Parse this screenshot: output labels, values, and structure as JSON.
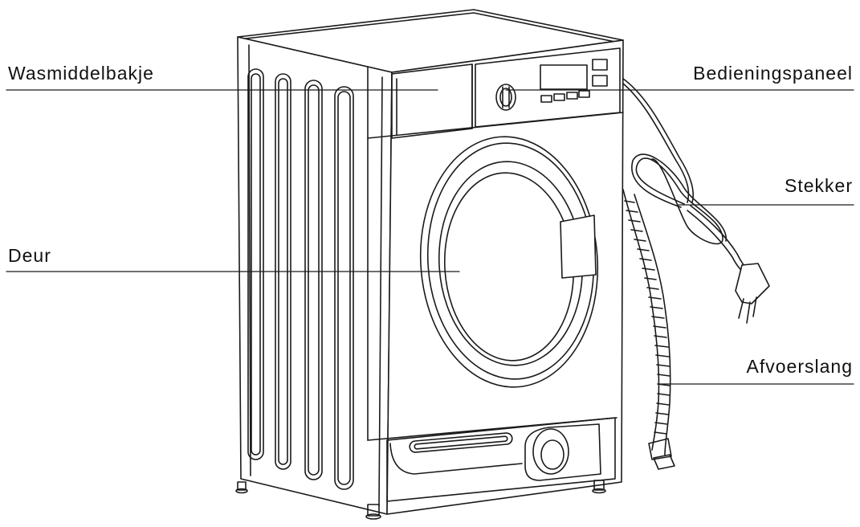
{
  "diagram": {
    "labels": {
      "detergent_drawer": "Wasmiddelbakje",
      "door": "Deur",
      "control_panel": "Bedieningspaneel",
      "plug": "Stekker",
      "drain_hose": "Afvoerslang"
    }
  }
}
